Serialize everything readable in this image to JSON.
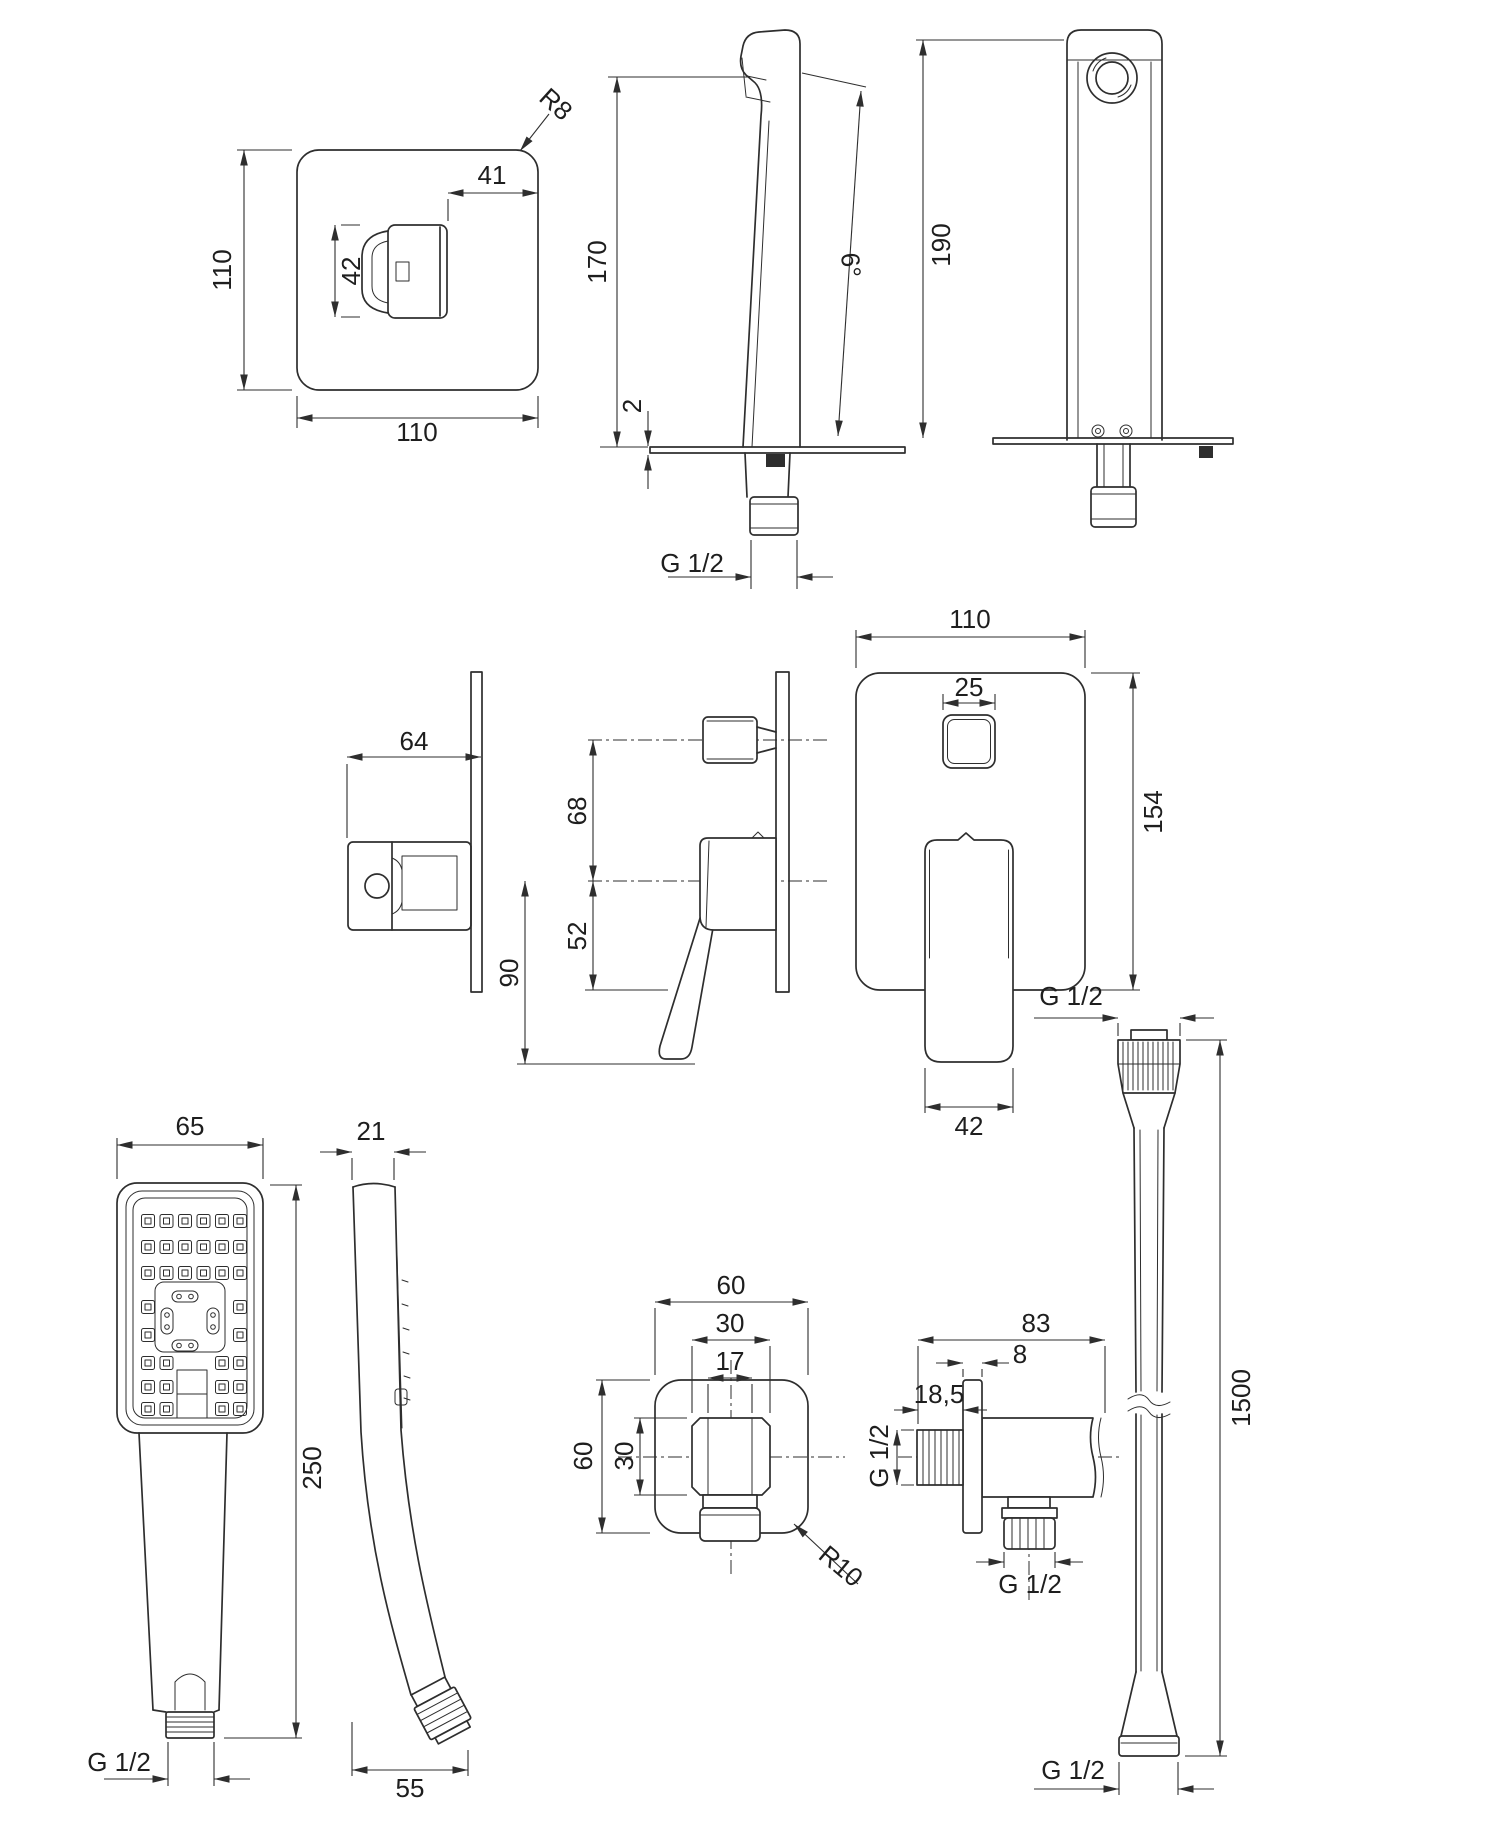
{
  "colors": {
    "line": "#2e2e2e",
    "background": "#ffffff"
  },
  "drawing": {
    "spout_plate": {
      "height": "110",
      "width": "110",
      "corner_radius": "R8",
      "handle_offset": "41",
      "handle_width": "42"
    },
    "spout_side": {
      "height": "170",
      "plate_thickness": "2",
      "angle": "6°",
      "outlet_thread": "G 1/2"
    },
    "spout_front": {
      "height": "190"
    },
    "mixer_side": {
      "depth": "64"
    },
    "mixer_profile": {
      "spout_to_handle": "68",
      "handle_to_plate": "52",
      "handle_length": "90"
    },
    "mixer_front": {
      "width": "110",
      "diverter_width": "25",
      "height": "154",
      "handle_width": "42"
    },
    "handshower_front": {
      "width": "65",
      "length": "250",
      "thread": "G 1/2"
    },
    "handshower_side": {
      "depth": "21",
      "handle_span": "55"
    },
    "elbow_front": {
      "width": "60",
      "boss_width": "30",
      "inner_width": "17",
      "height": "60",
      "boss_height": "30",
      "corner_radius": "R10"
    },
    "connector_side": {
      "length": "83",
      "flange_thickness": "8",
      "inlet_length": "18,5",
      "inlet_thread": "G 1/2",
      "outlet_thread": "G 1/2"
    },
    "hose": {
      "top_thread": "G 1/2",
      "length": "1500",
      "bottom_thread": "G 1/2"
    }
  }
}
